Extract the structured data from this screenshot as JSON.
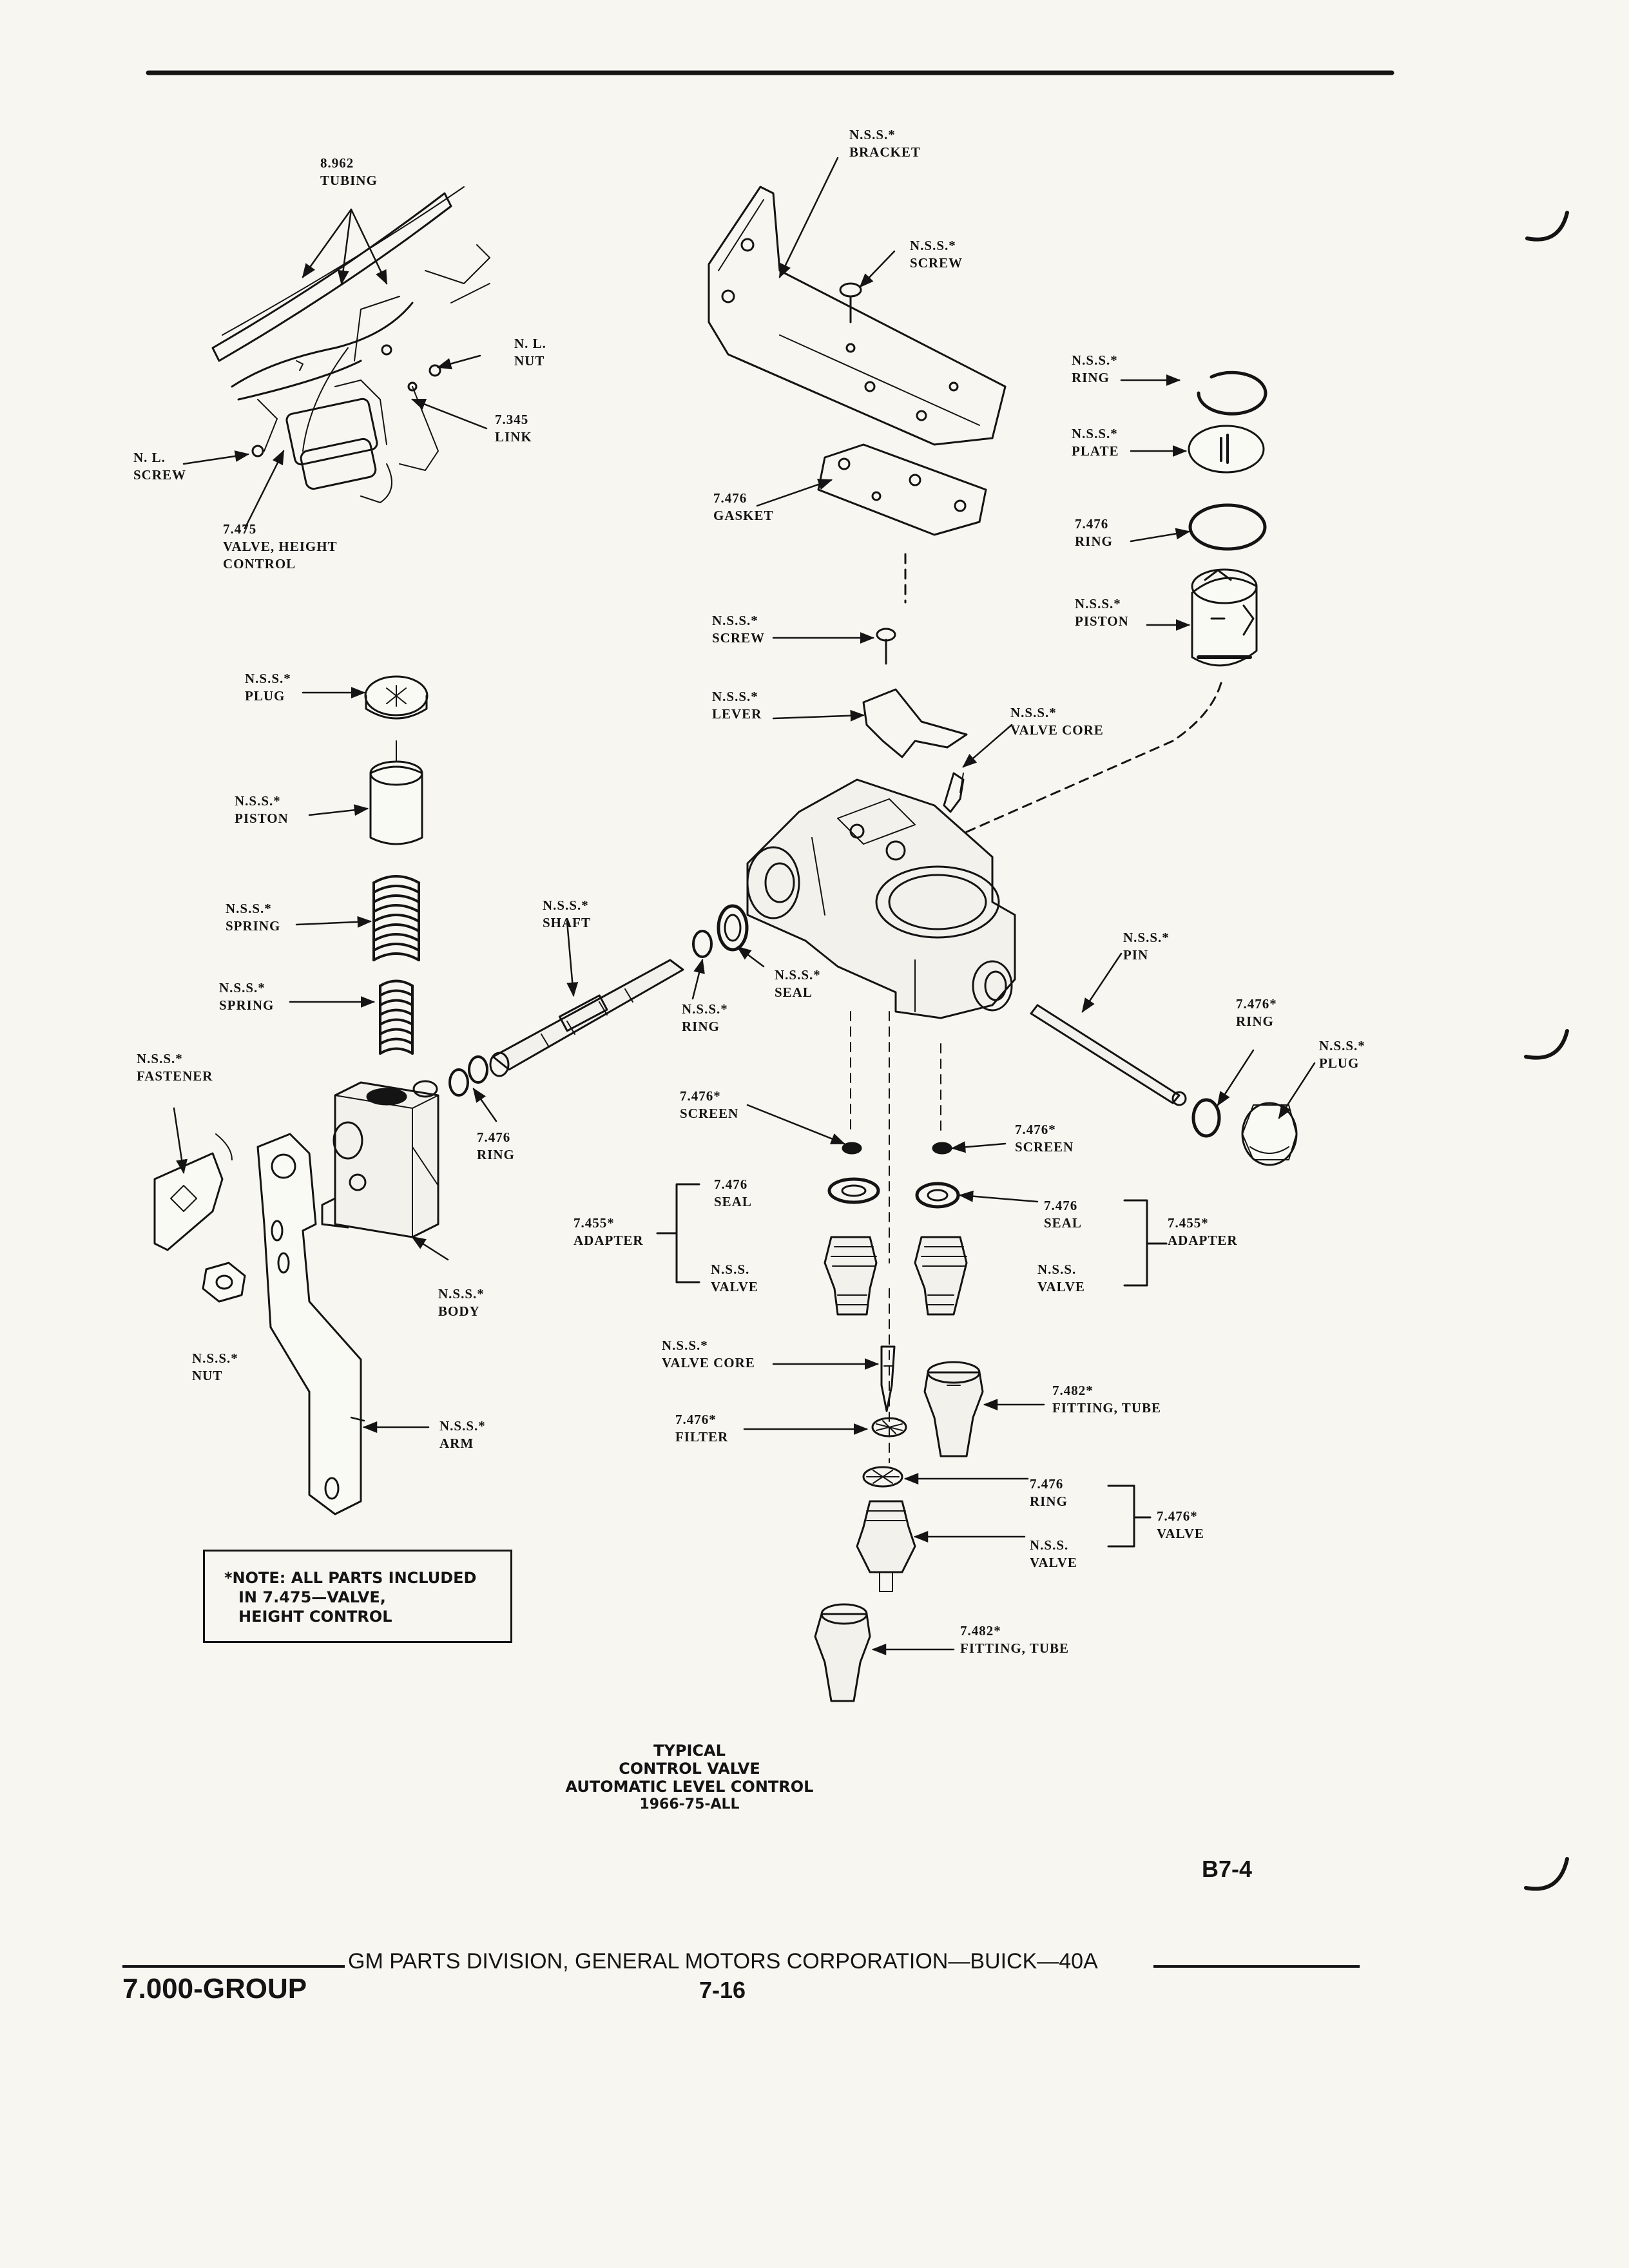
{
  "labels": {
    "tubing": [
      "8.962",
      "TUBING"
    ],
    "nut_top": [
      "N. L.",
      "NUT"
    ],
    "link": [
      "7.345",
      "LINK"
    ],
    "screw_left": [
      "N. L.",
      "SCREW"
    ],
    "valve_height_control": [
      "7.475",
      "VALVE, HEIGHT",
      "CONTROL"
    ],
    "bracket": [
      "N.S.S.*",
      "BRACKET"
    ],
    "screw_bracket": [
      "N.S.S.*",
      "SCREW"
    ],
    "ring_top": [
      "N.S.S.*",
      "RING"
    ],
    "plate": [
      "N.S.S.*",
      "PLATE"
    ],
    "ring_7476": [
      "7.476",
      "RING"
    ],
    "piston_right": [
      "N.S.S.*",
      "PISTON"
    ],
    "gasket": [
      "7.476",
      "GASKET"
    ],
    "screw_mid": [
      "N.S.S.*",
      "SCREW"
    ],
    "lever": [
      "N.S.S.*",
      "LEVER"
    ],
    "valve_core_top": [
      "N.S.S.*",
      "VALVE CORE"
    ],
    "plug_left": [
      "N.S.S.*",
      "PLUG"
    ],
    "piston_left": [
      "N.S.S.*",
      "PISTON"
    ],
    "spring_1": [
      "N.S.S.*",
      "SPRING"
    ],
    "spring_2": [
      "N.S.S.*",
      "SPRING"
    ],
    "shaft": [
      "N.S.S.*",
      "SHAFT"
    ],
    "seal_body": [
      "N.S.S.*",
      "SEAL"
    ],
    "ring_shaft": [
      "N.S.S.*",
      "RING"
    ],
    "pin": [
      "N.S.S.*",
      "PIN"
    ],
    "ring_right": [
      "7.476*",
      "RING"
    ],
    "plug_right": [
      "N.S.S.*",
      "PLUG"
    ],
    "fastener": [
      "N.S.S.*",
      "FASTENER"
    ],
    "ring_body": [
      "7.476",
      "RING"
    ],
    "screen_left": [
      "7.476*",
      "SCREEN"
    ],
    "screen_right": [
      "7.476*",
      "SCREEN"
    ],
    "seal_left": [
      "7.476",
      "SEAL"
    ],
    "seal_right": [
      "7.476",
      "SEAL"
    ],
    "adapter_left": [
      "7.455*",
      "ADAPTER"
    ],
    "adapter_right": [
      "7.455*",
      "ADAPTER"
    ],
    "valve_left": [
      "N.S.S.",
      "VALVE"
    ],
    "valve_right": [
      "N.S.S.",
      "VALVE"
    ],
    "body": [
      "N.S.S.*",
      "BODY"
    ],
    "nut_bottom": [
      "N.S.S.*",
      "NUT"
    ],
    "arm": [
      "N.S.S.*",
      "ARM"
    ],
    "valve_core_bottom": [
      "N.S.S.*",
      "VALVE CORE"
    ],
    "filter": [
      "7.476*",
      "FILTER"
    ],
    "fitting_tube_1": [
      "7.482*",
      "FITTING, TUBE"
    ],
    "ring_lower": [
      "7.476",
      "RING"
    ],
    "valve_lower": [
      "N.S.S.",
      "VALVE"
    ],
    "valve_group": [
      "7.476*",
      "VALVE"
    ],
    "fitting_tube_2": [
      "7.482*",
      "FITTING, TUBE"
    ]
  },
  "note": [
    "*NOTE: ALL PARTS INCLUDED",
    "IN 7.475—VALVE,",
    "HEIGHT CONTROL"
  ],
  "caption": [
    "TYPICAL",
    "CONTROL VALVE",
    "AUTOMATIC LEVEL CONTROL",
    "1966-75-ALL"
  ],
  "figure_id": "B7-4",
  "footer": {
    "group": "7.000-GROUP",
    "division": "GM PARTS DIVISION, GENERAL MOTORS CORPORATION—BUICK—40A",
    "page": "7-16"
  }
}
